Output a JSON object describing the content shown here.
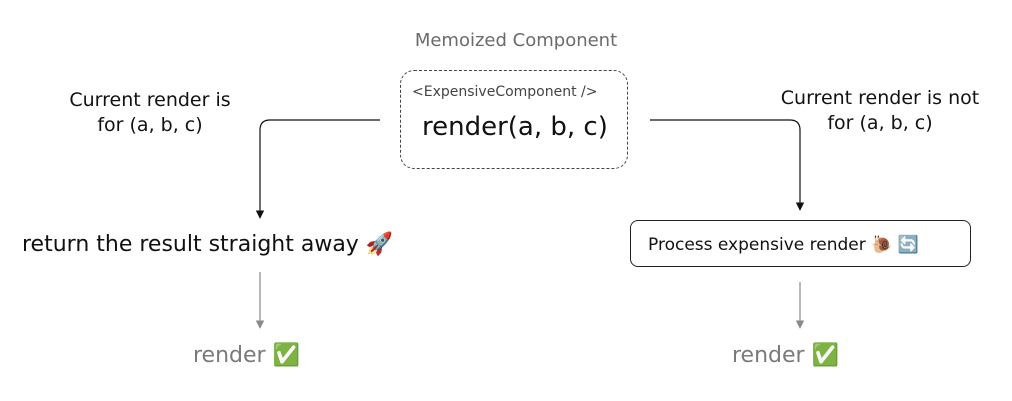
{
  "diagram": {
    "title": "Memoized Component",
    "component_tag": "<ExpensiveComponent />",
    "render_call": "render(a, b, c)",
    "branch_left": {
      "condition_line1": "Current render is",
      "condition_line2": "for (a, b, c)",
      "result": "return the result straight away 🚀",
      "final": "render ✅"
    },
    "branch_right": {
      "condition_line1": "Current render is not",
      "condition_line2": "for (a, b, c)",
      "process": "Process expensive render 🐌 🔄",
      "final": "render ✅"
    }
  }
}
